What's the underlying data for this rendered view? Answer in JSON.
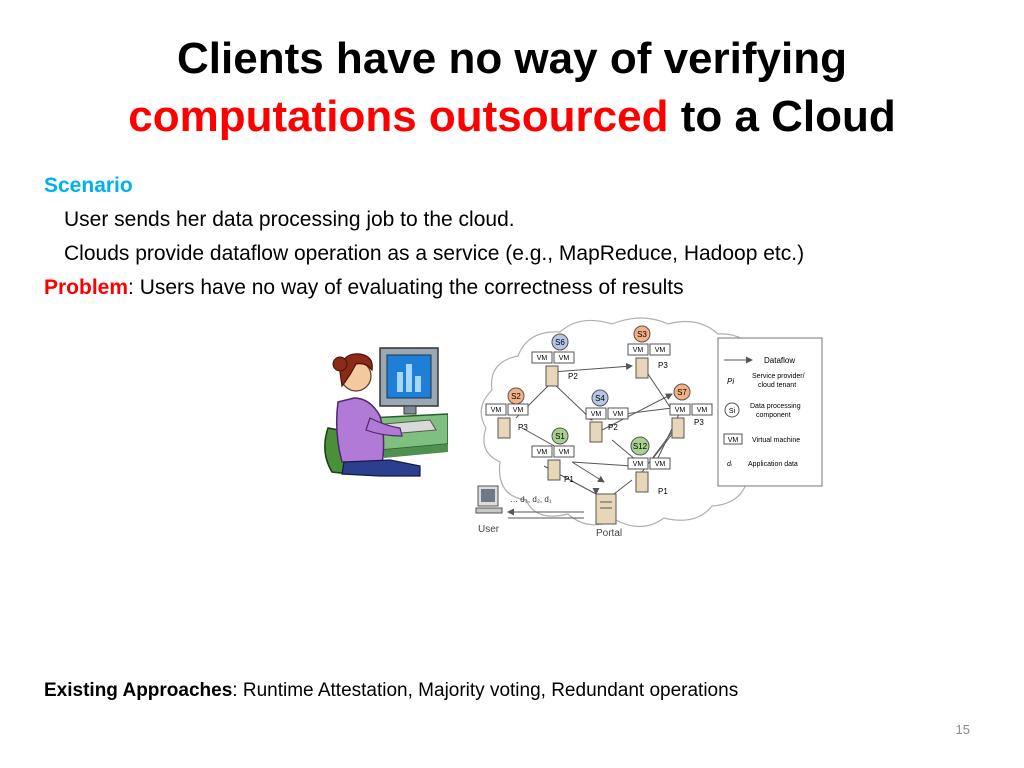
{
  "slide": {
    "title_line1": "Clients have no way of verifying",
    "title_highlight": "computations outsourced",
    "title_rest": " to a Cloud",
    "scenario_label": "Scenario",
    "scenario_item1": "User sends her data processing job to the cloud.",
    "scenario_item2": "Clouds provide dataflow operation as a service (e.g., MapReduce, Hadoop etc.)",
    "problem_label": "Problem",
    "problem_text": ": Users have no way of evaluating the correctness of results",
    "existing_label": "Existing Approaches",
    "existing_text": ": Runtime Attestation, Majority voting, Redundant operations",
    "page_number": "15"
  },
  "diagram": {
    "nodes": {
      "s6": "S6",
      "s3": "S3",
      "s2": "S2",
      "s4": "S4",
      "s7": "S7",
      "s1": "S1",
      "s12": "S12"
    },
    "vm": "VM",
    "providers": {
      "p2a": "P2",
      "p3a": "P3",
      "p3b": "P3",
      "p2b": "P2",
      "p3c": "P3",
      "p1a": "P1",
      "p1b": "P1"
    },
    "data_seq": "… d₃, d₂, d₁",
    "user_label": "User",
    "portal_label": "Portal",
    "legend": {
      "dataflow": "Dataflow",
      "pi_symbol": "Pi",
      "pi_desc_1": "Service provider/",
      "pi_desc_2": "cloud tenant",
      "si_symbol": "Si",
      "si_desc_1": "Data processing",
      "si_desc_2": "component",
      "vm_symbol": "VM",
      "vm_desc": "Virtual machine",
      "d_symbol": "dᵢ",
      "d_desc": "Application data"
    }
  },
  "colors": {
    "accent_red": "#ff0000",
    "accent_blue": "#00b0f0",
    "node_green": "#a9d18e",
    "node_blue": "#b4c7e7",
    "node_orange": "#f4b183"
  }
}
